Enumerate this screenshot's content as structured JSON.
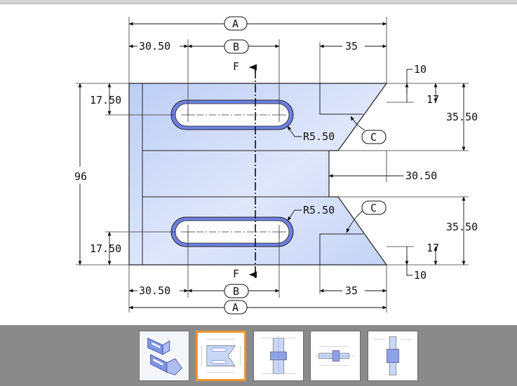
{
  "colors": {
    "part_fill": "#c9d7f7",
    "slot_rim": "#6d7fe0",
    "selected_border": "#f2952b",
    "strip_bg": "#8a8a8a"
  },
  "drawing": {
    "label_a": "A",
    "label_b": "B",
    "label_c": "C",
    "label_f": "F",
    "dim_30_50": "30.50",
    "dim_35": "35",
    "dim_10": "10",
    "dim_17": "17",
    "dim_17_50": "17.50",
    "dim_35_50": "35.50",
    "dim_96": "96",
    "dim_r5_50": "R5.50"
  },
  "thumbnails": [
    {
      "name": "isometric-view",
      "selected": false
    },
    {
      "name": "top-view",
      "selected": true
    },
    {
      "name": "front-view",
      "selected": false
    },
    {
      "name": "side-view",
      "selected": false
    },
    {
      "name": "end-view",
      "selected": false
    }
  ]
}
